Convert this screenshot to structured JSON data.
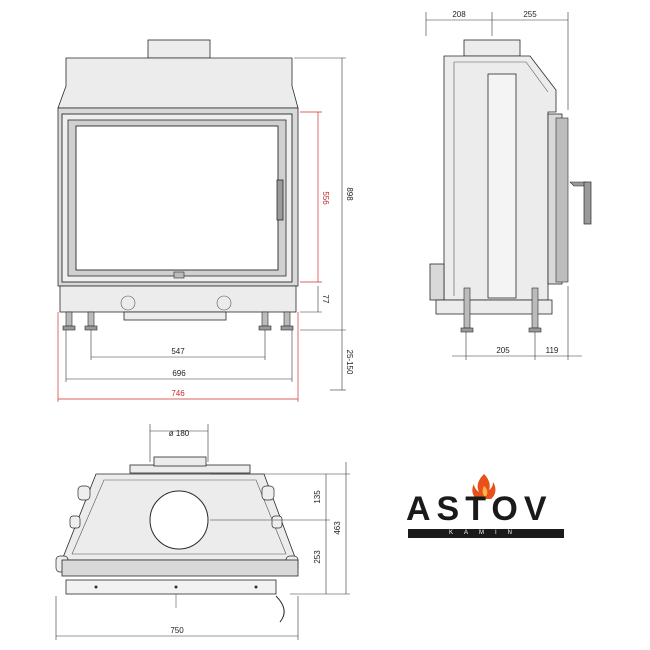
{
  "front_view": {
    "dims": {
      "glass_height": "556",
      "total_height": "898",
      "base_height": "77",
      "leg_range": "25-150",
      "leg_spacing": "547",
      "inner_width": "696",
      "outer_width": "746"
    }
  },
  "side_view": {
    "dims": {
      "top_depth": "208",
      "top_offset": "255",
      "bottom_depth": "205",
      "bottom_offset": "119"
    }
  },
  "top_view": {
    "dims": {
      "flue_diameter": "ø 180",
      "rear_to_flue": "135",
      "total_depth": "463",
      "front_to_flue": "253",
      "width": "750"
    }
  },
  "logo": {
    "name": "ASTOV",
    "tagline": "KAMIN",
    "flame_color": "#e8501c"
  },
  "colors": {
    "accent_red": "#d32f2f",
    "line": "#2a2a2a"
  }
}
